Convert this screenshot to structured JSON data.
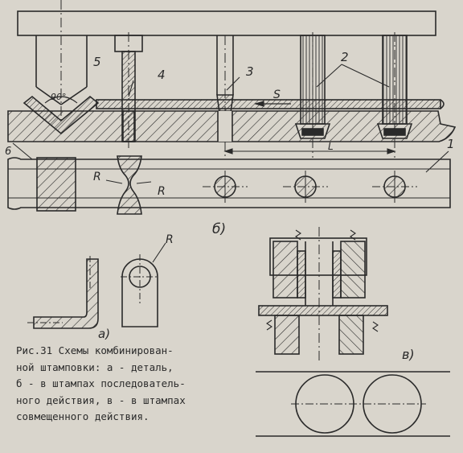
{
  "labels": {
    "punch_bend": "5",
    "punch_pierce": "4",
    "punch_cut": "3",
    "punch_pair": "2",
    "strip": "1",
    "stop": "6",
    "angle": "90°",
    "feed": "S",
    "step": "L",
    "radius_left": "R",
    "radius_right": "R",
    "radius_part": "R",
    "view_b": "б)",
    "view_a": "а)",
    "view_v": "в)"
  },
  "caption": [
    "Рис.31 Схемы комбинирован-",
    "ной штамповки: а - деталь,",
    "б - в штампах последователь-",
    "ного действия, в - в штампах",
    "совмещенного действия."
  ],
  "colors": {
    "paper": "#d9d5cc",
    "ink": "#2a2a2a"
  }
}
